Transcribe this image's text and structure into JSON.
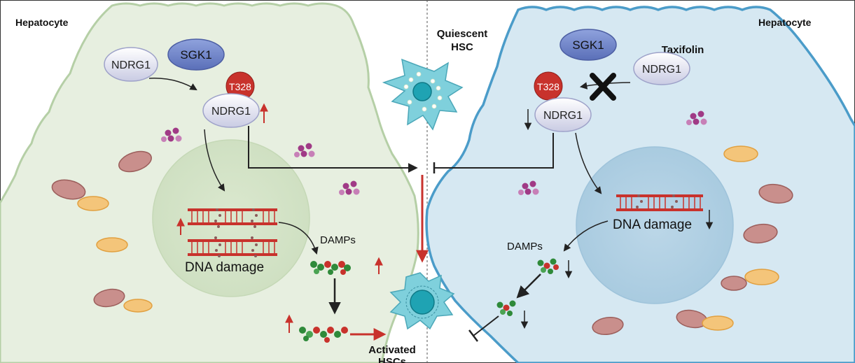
{
  "left_panel": {
    "cell_label": "Hepatocyte",
    "protein_ndrg1": "NDRG1",
    "protein_sgk1": "SGK1",
    "phospho_site": "T328",
    "phospho_ndrg1": "NDRG1",
    "dna_damage": "DNA damage",
    "damps": "DAMPs"
  },
  "right_panel": {
    "cell_label": "Hepatocyte",
    "protein_sgk1": "SGK1",
    "drug": "Taxifolin",
    "protein_ndrg1": "NDRG1",
    "phospho_site": "T328",
    "phospho_ndrg1": "NDRG1",
    "dna_damage": "DNA damage",
    "damps": "DAMPs"
  },
  "center": {
    "quiescent_line1": "Quiescent",
    "quiescent_line2": "HSC",
    "activated_line1": "Activated",
    "activated_line2": "HSCs"
  },
  "colors": {
    "left_cell_fill": "#e7efe0",
    "left_cell_stroke": "#b5cfa6",
    "right_cell_fill": "#d6e8f2",
    "right_cell_stroke": "#4b9cc9",
    "phospho_red": "#c8322c",
    "sgk1_blue": "#6f84c9",
    "hsc_teal": "#7fd0dc"
  }
}
